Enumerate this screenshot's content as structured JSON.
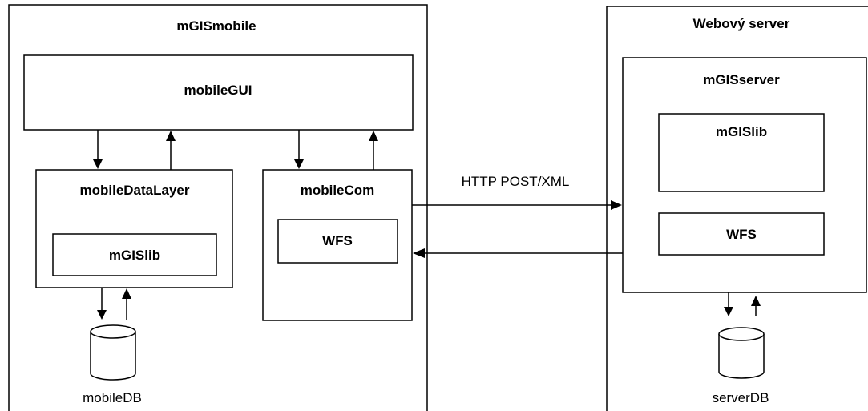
{
  "mobile": {
    "title": "mGISmobile",
    "gui": "mobileGUI",
    "data_layer": "mobileDataLayer",
    "data_layer_lib": "mGISlib",
    "com": "mobileCom",
    "com_wfs": "WFS",
    "db": "mobileDB"
  },
  "server": {
    "title": "Webový server",
    "app": "mGISserver",
    "lib": "mGISlib",
    "wfs": "WFS",
    "db": "serverDB"
  },
  "connection": {
    "label": "HTTP POST/XML"
  }
}
